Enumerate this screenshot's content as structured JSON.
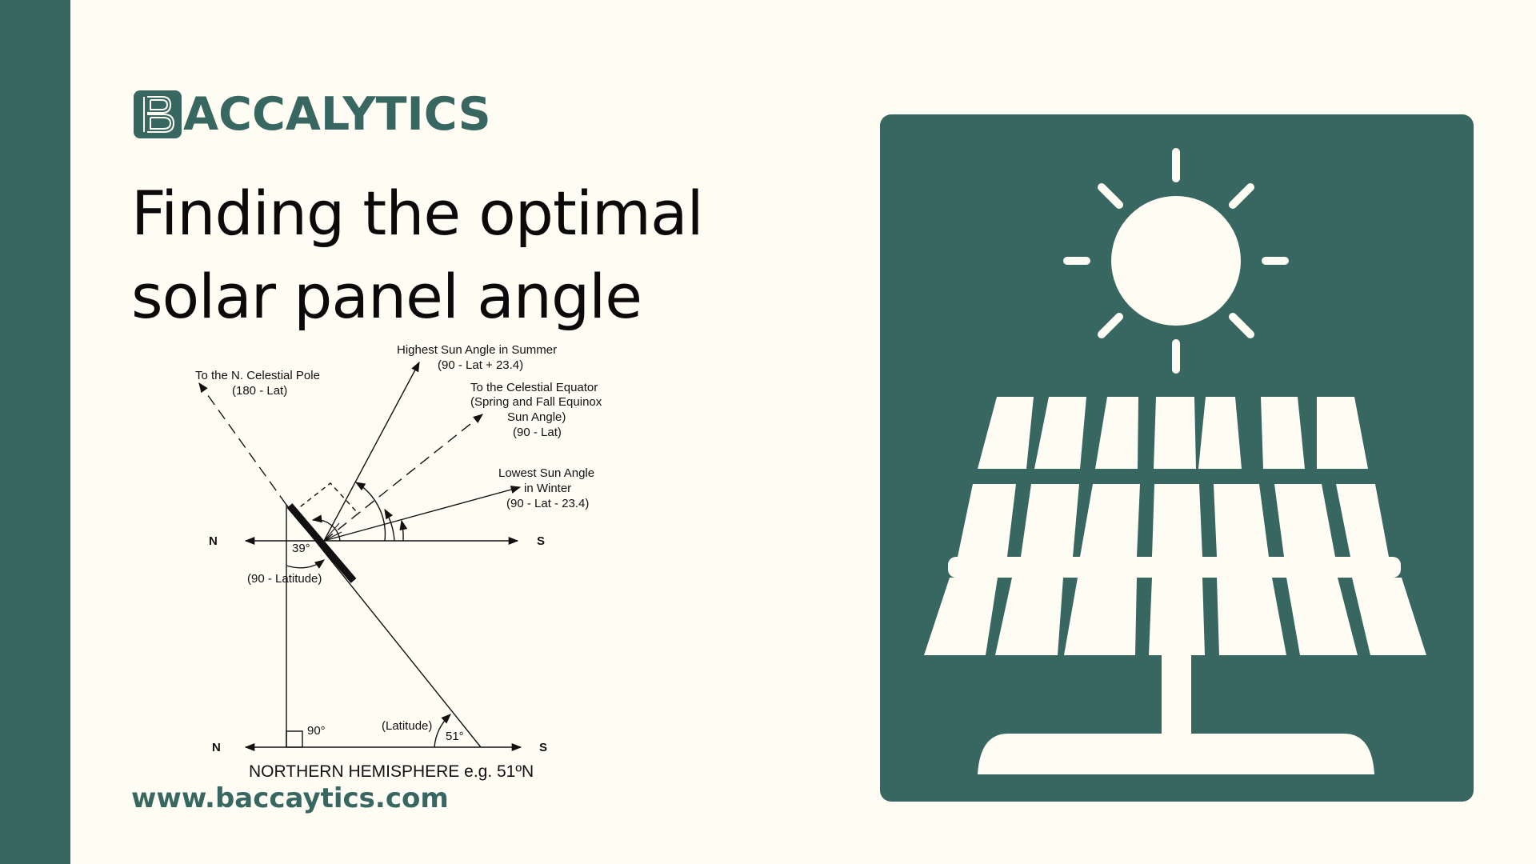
{
  "brand": {
    "name": "ACCALYTICS",
    "logo_letter": "B",
    "color": "#386660",
    "background": "#fffcf4"
  },
  "title": {
    "line1": "Finding the optimal",
    "line2": "solar panel angle"
  },
  "diagram": {
    "labels": {
      "celestial_pole": "To the N. Celestial Pole",
      "celestial_pole_formula": "(180 - Lat)",
      "summer": "Highest Sun Angle in Summer",
      "summer_formula": "(90 - Lat + 23.4)",
      "equator_1": "To the Celestial Equator",
      "equator_2": "(Spring and Fall Equinox",
      "equator_3": "Sun Angle)",
      "equator_formula": "(90 - Lat)",
      "winter_1": "Lowest Sun Angle",
      "winter_2": "in Winter",
      "winter_formula": "(90 - Lat - 23.4)",
      "north": "N",
      "south": "S",
      "angle_39": "39°",
      "ninety_minus_lat": "(90 - Latitude)",
      "angle_90": "90°",
      "latitude": "(Latitude)",
      "angle_51": "51°",
      "caption": "NORTHERN HEMISPHERE e.g. 51ºN"
    }
  },
  "footer": {
    "url": "www.baccaytics.com"
  },
  "illustration": {
    "icon": "solar-panel-with-sun-icon",
    "background": "#386660",
    "foreground": "#fffcf4"
  }
}
